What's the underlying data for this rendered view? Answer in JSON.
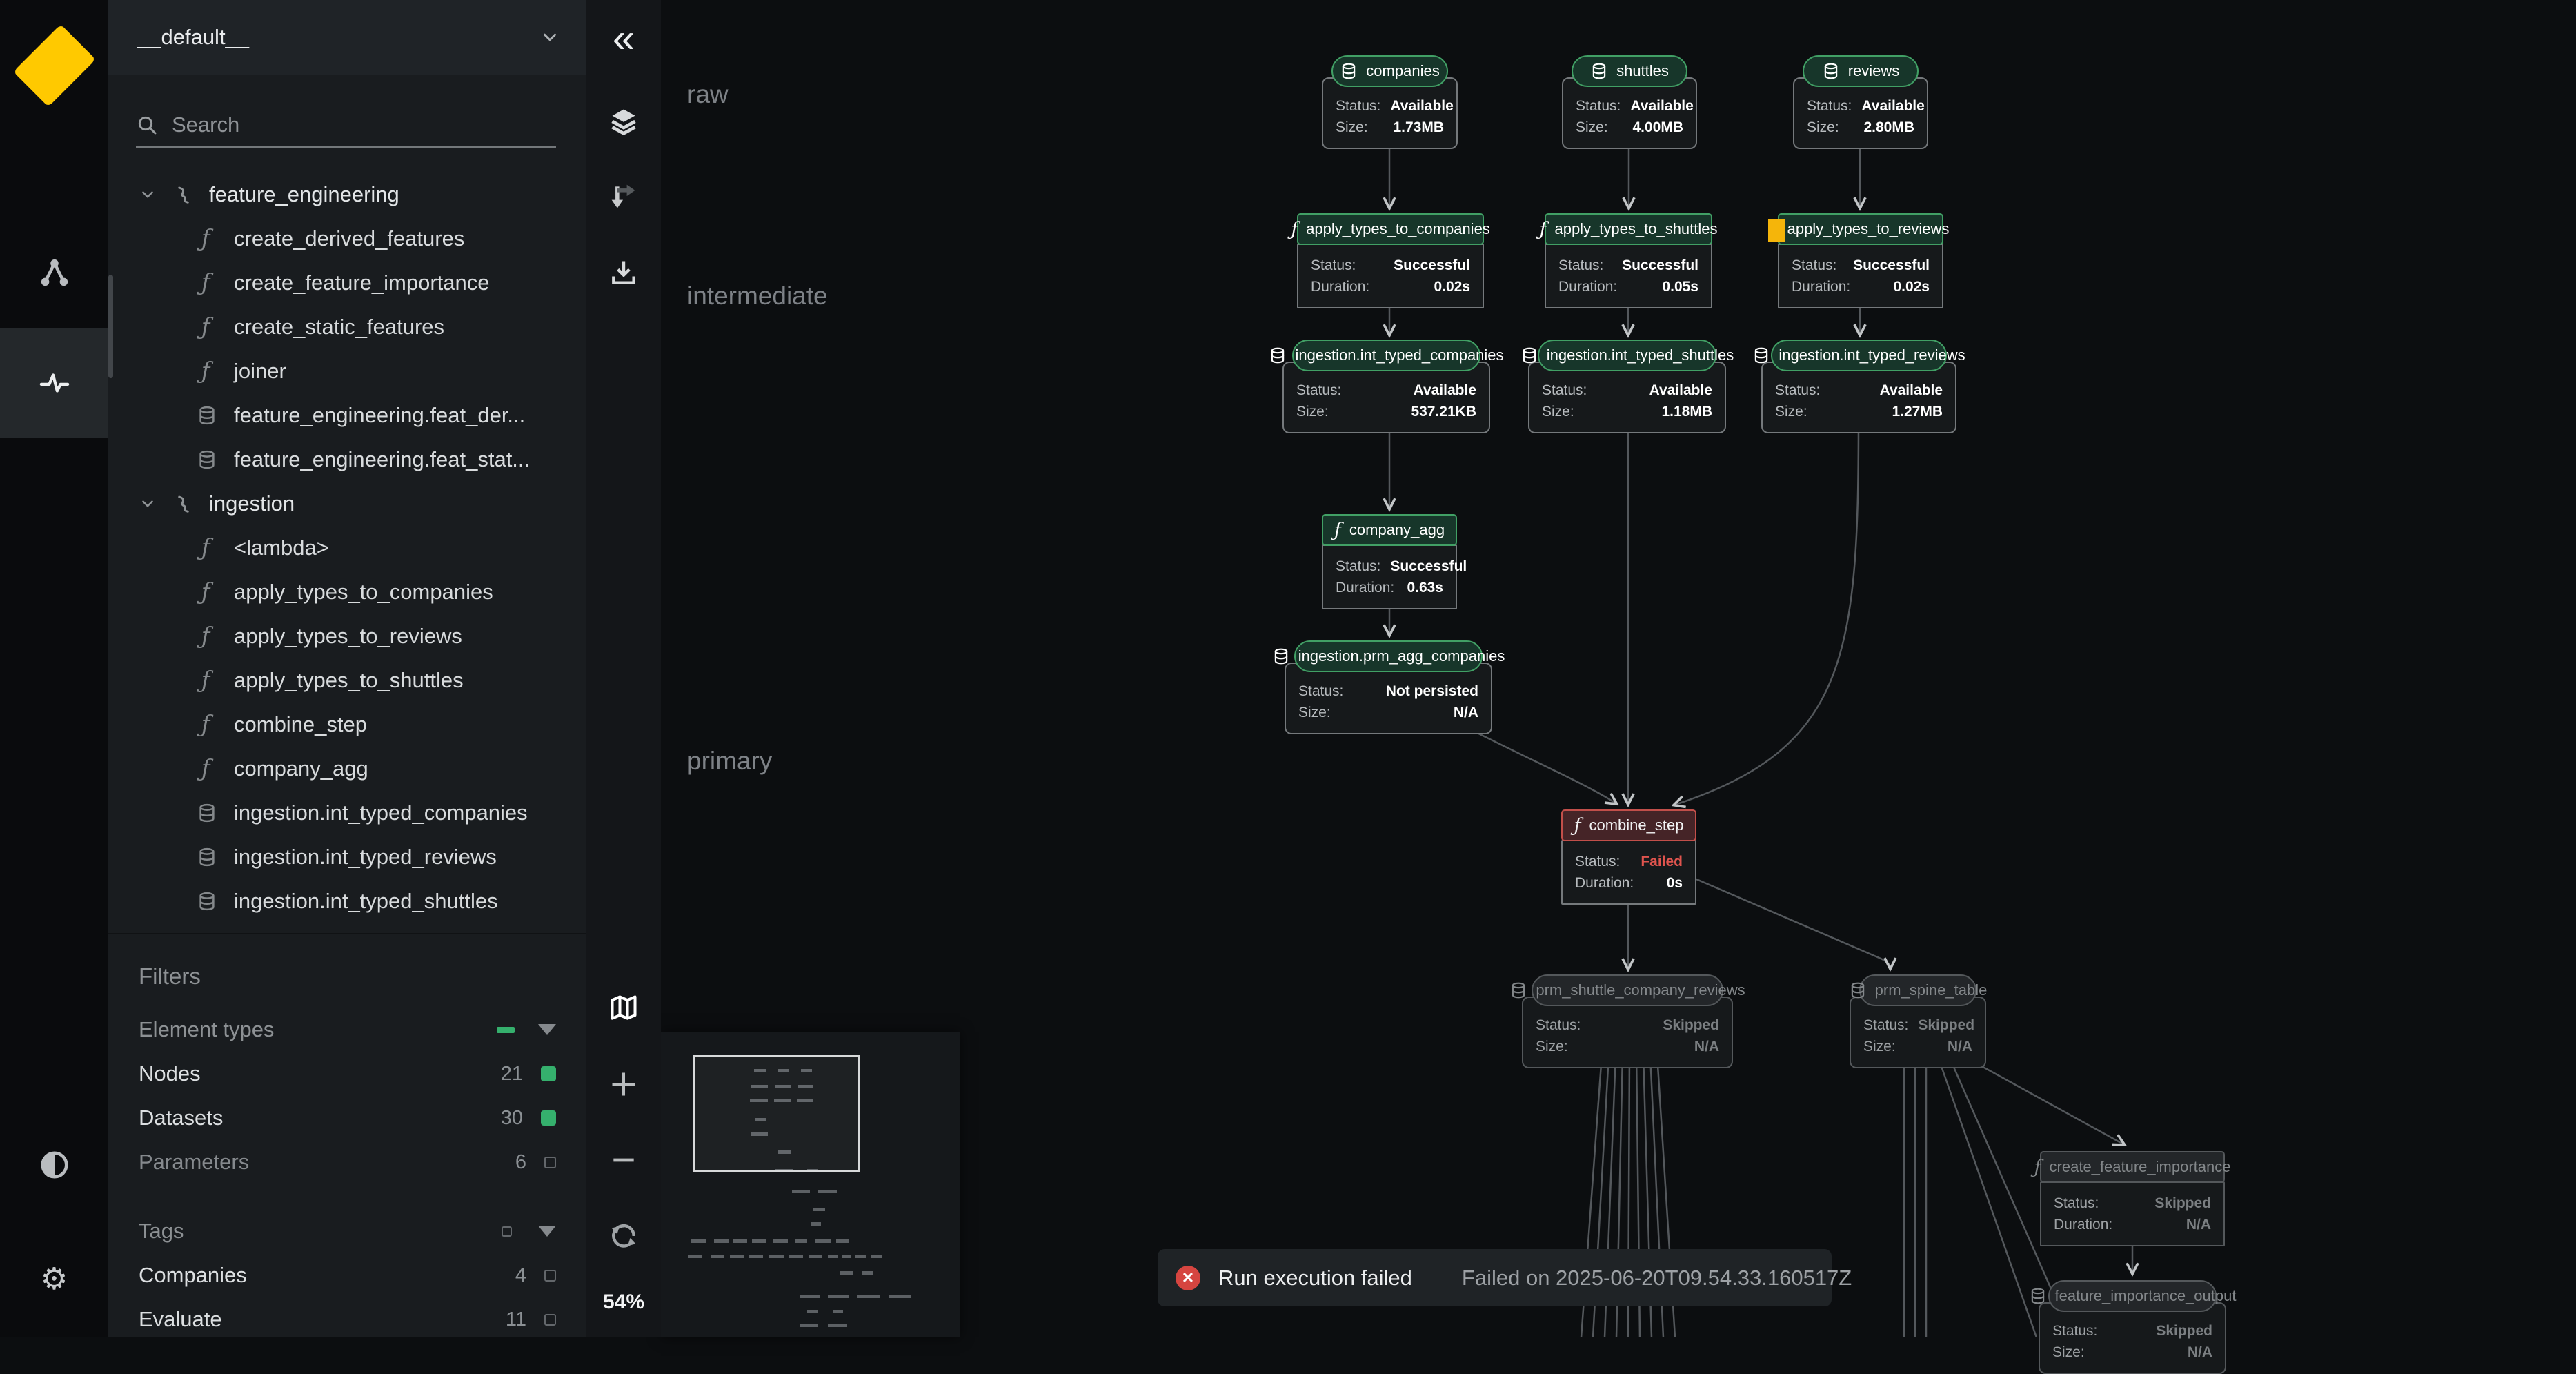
{
  "icons": {
    "gear": "⚙",
    "collapse": "«",
    "error": "✕"
  },
  "sidebar": {
    "pipeline_selector": {
      "label": "__default__"
    },
    "search": {
      "placeholder": "Search"
    },
    "tree": {
      "groups": [
        {
          "label": "feature_engineering",
          "type": "pipeline",
          "children": [
            {
              "label": "create_derived_features",
              "type": "function"
            },
            {
              "label": "create_feature_importance",
              "type": "function"
            },
            {
              "label": "create_static_features",
              "type": "function"
            },
            {
              "label": "joiner",
              "type": "function"
            },
            {
              "label": "feature_engineering.feat_der...",
              "type": "dataset"
            },
            {
              "label": "feature_engineering.feat_stat...",
              "type": "dataset"
            }
          ]
        },
        {
          "label": "ingestion",
          "type": "pipeline",
          "children": [
            {
              "label": "<lambda>",
              "type": "function"
            },
            {
              "label": "apply_types_to_companies",
              "type": "function"
            },
            {
              "label": "apply_types_to_reviews",
              "type": "function"
            },
            {
              "label": "apply_types_to_shuttles",
              "type": "function"
            },
            {
              "label": "combine_step",
              "type": "function"
            },
            {
              "label": "company_agg",
              "type": "function"
            },
            {
              "label": "ingestion.int_typed_companies",
              "type": "dataset"
            },
            {
              "label": "ingestion.int_typed_reviews",
              "type": "dataset"
            },
            {
              "label": "ingestion.int_typed_shuttles",
              "type": "dataset"
            }
          ]
        }
      ]
    },
    "filters": {
      "title": "Filters",
      "sections": [
        {
          "label": "Element types",
          "indicator": "indeterminate",
          "rows": [
            {
              "label": "Nodes",
              "count": "21",
              "checked": true
            },
            {
              "label": "Datasets",
              "count": "30",
              "checked": true
            },
            {
              "label": "Parameters",
              "count": "6",
              "checked": false
            }
          ]
        },
        {
          "label": "Tags",
          "indicator": "unchecked",
          "rows": [
            {
              "label": "Companies",
              "count": "4",
              "checked": false
            },
            {
              "label": "Evaluate",
              "count": "11",
              "checked": false
            }
          ]
        }
      ]
    }
  },
  "toolbar": {
    "zoom_level": "54%"
  },
  "canvas": {
    "layers": [
      "raw",
      "intermediate",
      "primary"
    ],
    "accent_colors": {
      "success_green": "#41a065",
      "failed_red": "#c24f4a",
      "skipped_gray": "#54585b",
      "tag_yellow": "#f5b50a",
      "kedro_yellow": "#ffc900"
    },
    "nodes": [
      {
        "name": "companies",
        "kind": "dataset",
        "state": "available",
        "rows": [
          {
            "label": "Status:",
            "value": "Available"
          },
          {
            "label": "Size:",
            "value": "1.73MB"
          }
        ]
      },
      {
        "name": "shuttles",
        "kind": "dataset",
        "state": "available",
        "rows": [
          {
            "label": "Status:",
            "value": "Available"
          },
          {
            "label": "Size:",
            "value": "4.00MB"
          }
        ]
      },
      {
        "name": "reviews",
        "kind": "dataset",
        "state": "available",
        "rows": [
          {
            "label": "Status:",
            "value": "Available"
          },
          {
            "label": "Size:",
            "value": "2.80MB"
          }
        ]
      },
      {
        "name": "apply_types_to_companies",
        "kind": "task",
        "state": "successful",
        "rows": [
          {
            "label": "Status:",
            "value": "Successful"
          },
          {
            "label": "Duration:",
            "value": "0.02s"
          }
        ]
      },
      {
        "name": "apply_types_to_shuttles",
        "kind": "task",
        "state": "successful",
        "rows": [
          {
            "label": "Status:",
            "value": "Successful"
          },
          {
            "label": "Duration:",
            "value": "0.05s"
          }
        ]
      },
      {
        "name": "apply_types_to_reviews",
        "kind": "task",
        "state": "successful",
        "rows": [
          {
            "label": "Status:",
            "value": "Successful"
          },
          {
            "label": "Duration:",
            "value": "0.02s"
          }
        ]
      },
      {
        "name": "ingestion.int_typed_companies",
        "kind": "dataset",
        "state": "available",
        "rows": [
          {
            "label": "Status:",
            "value": "Available"
          },
          {
            "label": "Size:",
            "value": "537.21KB"
          }
        ]
      },
      {
        "name": "ingestion.int_typed_shuttles",
        "kind": "dataset",
        "state": "available",
        "rows": [
          {
            "label": "Status:",
            "value": "Available"
          },
          {
            "label": "Size:",
            "value": "1.18MB"
          }
        ]
      },
      {
        "name": "ingestion.int_typed_reviews",
        "kind": "dataset",
        "state": "available",
        "rows": [
          {
            "label": "Status:",
            "value": "Available"
          },
          {
            "label": "Size:",
            "value": "1.27MB"
          }
        ]
      },
      {
        "name": "company_agg",
        "kind": "task",
        "state": "successful",
        "rows": [
          {
            "label": "Status:",
            "value": "Successful"
          },
          {
            "label": "Duration:",
            "value": "0.63s"
          }
        ]
      },
      {
        "name": "ingestion.prm_agg_companies",
        "kind": "dataset",
        "state": "not_persisted",
        "rows": [
          {
            "label": "Status:",
            "value": "Not persisted"
          },
          {
            "label": "Size:",
            "value": "N/A"
          }
        ]
      },
      {
        "name": "combine_step",
        "kind": "task",
        "state": "failed",
        "rows": [
          {
            "label": "Status:",
            "value": "Failed"
          },
          {
            "label": "Duration:",
            "value": "0s"
          }
        ]
      },
      {
        "name": "prm_shuttle_company_reviews",
        "kind": "dataset",
        "state": "skipped",
        "rows": [
          {
            "label": "Status:",
            "value": "Skipped"
          },
          {
            "label": "Size:",
            "value": "N/A"
          }
        ]
      },
      {
        "name": "prm_spine_table",
        "kind": "dataset",
        "state": "skipped",
        "rows": [
          {
            "label": "Status:",
            "value": "Skipped"
          },
          {
            "label": "Size:",
            "value": "N/A"
          }
        ]
      },
      {
        "name": "create_feature_importance",
        "kind": "task",
        "state": "skipped",
        "rows": [
          {
            "label": "Status:",
            "value": "Skipped"
          },
          {
            "label": "Duration:",
            "value": "N/A"
          }
        ]
      },
      {
        "name": "feature_importance_output",
        "kind": "dataset",
        "state": "skipped",
        "rows": [
          {
            "label": "Status:",
            "value": "Skipped"
          },
          {
            "label": "Size:",
            "value": "N/A"
          }
        ]
      }
    ],
    "toast": {
      "title": "Run execution failed",
      "detail": "Failed on 2025-06-20T09.54.33.160517Z"
    }
  }
}
